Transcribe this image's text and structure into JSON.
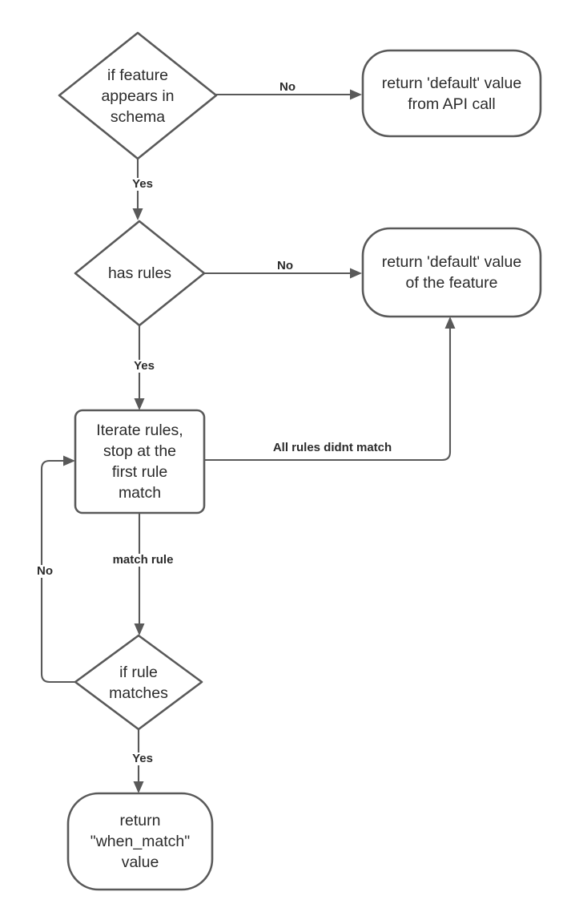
{
  "diagram": {
    "type": "flowchart",
    "title": "",
    "colors": {
      "stroke": "#595959",
      "fill": "#ffffff",
      "text": "#2b2b2b",
      "background": "#ffffff"
    },
    "nodes": [
      {
        "id": "n1",
        "shape": "diamond",
        "text": "if feature\nappears in\nschema"
      },
      {
        "id": "n2",
        "shape": "rounded-rectangle",
        "text": "return 'default' value\nfrom API call"
      },
      {
        "id": "n3",
        "shape": "diamond",
        "text": "has rules"
      },
      {
        "id": "n4",
        "shape": "rounded-rectangle",
        "text": "return 'default' value\nof the feature"
      },
      {
        "id": "n5",
        "shape": "rectangle",
        "text": "Iterate rules,\nstop at the\nfirst rule\nmatch"
      },
      {
        "id": "n6",
        "shape": "diamond",
        "text": "if rule\nmatches"
      },
      {
        "id": "n7",
        "shape": "rounded-rectangle",
        "text": "return\n\"when_match\"\nvalue"
      }
    ],
    "edges": [
      {
        "id": "e1",
        "from": "n1",
        "to": "n2",
        "label": "No"
      },
      {
        "id": "e2",
        "from": "n1",
        "to": "n3",
        "label": "Yes"
      },
      {
        "id": "e3",
        "from": "n3",
        "to": "n4",
        "label": "No"
      },
      {
        "id": "e4",
        "from": "n3",
        "to": "n5",
        "label": "Yes"
      },
      {
        "id": "e5",
        "from": "n5",
        "to": "n4",
        "label": "All rules didnt match"
      },
      {
        "id": "e6",
        "from": "n5",
        "to": "n6",
        "label": "match rule"
      },
      {
        "id": "e7",
        "from": "n6",
        "to": "n5",
        "label": "No"
      },
      {
        "id": "e8",
        "from": "n6",
        "to": "n7",
        "label": "Yes"
      }
    ]
  }
}
